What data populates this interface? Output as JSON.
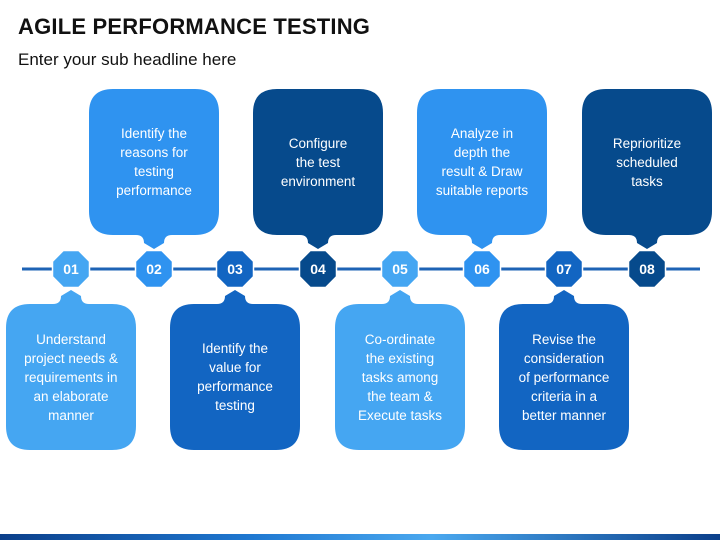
{
  "header": {
    "title": "AGILE PERFORMANCE TESTING",
    "subtitle": "Enter your sub headline here"
  },
  "colors": {
    "line": "#1e63b5",
    "light_blue": "#2f93f0",
    "sky_blue": "#45a6f2",
    "mid_blue": "#1265c2",
    "dark_blue": "#0b4f9c",
    "navy": "#064a8c"
  },
  "steps": [
    {
      "number": "01",
      "text": "Understand\nproject needs &\nrequirements in\nan elaborate\nmanner",
      "position": "below",
      "color": "#45a6f2"
    },
    {
      "number": "02",
      "text": "Identify the\nreasons for\ntesting\nperformance",
      "position": "above",
      "color": "#2f93f0"
    },
    {
      "number": "03",
      "text": "Identify the\nvalue for\nperformance\ntesting",
      "position": "below",
      "color": "#1265c2"
    },
    {
      "number": "04",
      "text": "Configure\nthe test\nenvironment",
      "position": "above",
      "color": "#064a8c"
    },
    {
      "number": "05",
      "text": "Co-ordinate\nthe existing\ntasks among\nthe team &\nExecute tasks",
      "position": "below",
      "color": "#45a6f2"
    },
    {
      "number": "06",
      "text": "Analyze in\ndepth the\nresult & Draw\nsuitable reports",
      "position": "above",
      "color": "#2f93f0"
    },
    {
      "number": "07",
      "text": "Revise the\nconsideration\nof performance\ncriteria in a\nbetter manner",
      "position": "below",
      "color": "#1265c2"
    },
    {
      "number": "08",
      "text": "Reprioritize\nscheduled\ntasks",
      "position": "above",
      "color": "#064a8c"
    }
  ]
}
